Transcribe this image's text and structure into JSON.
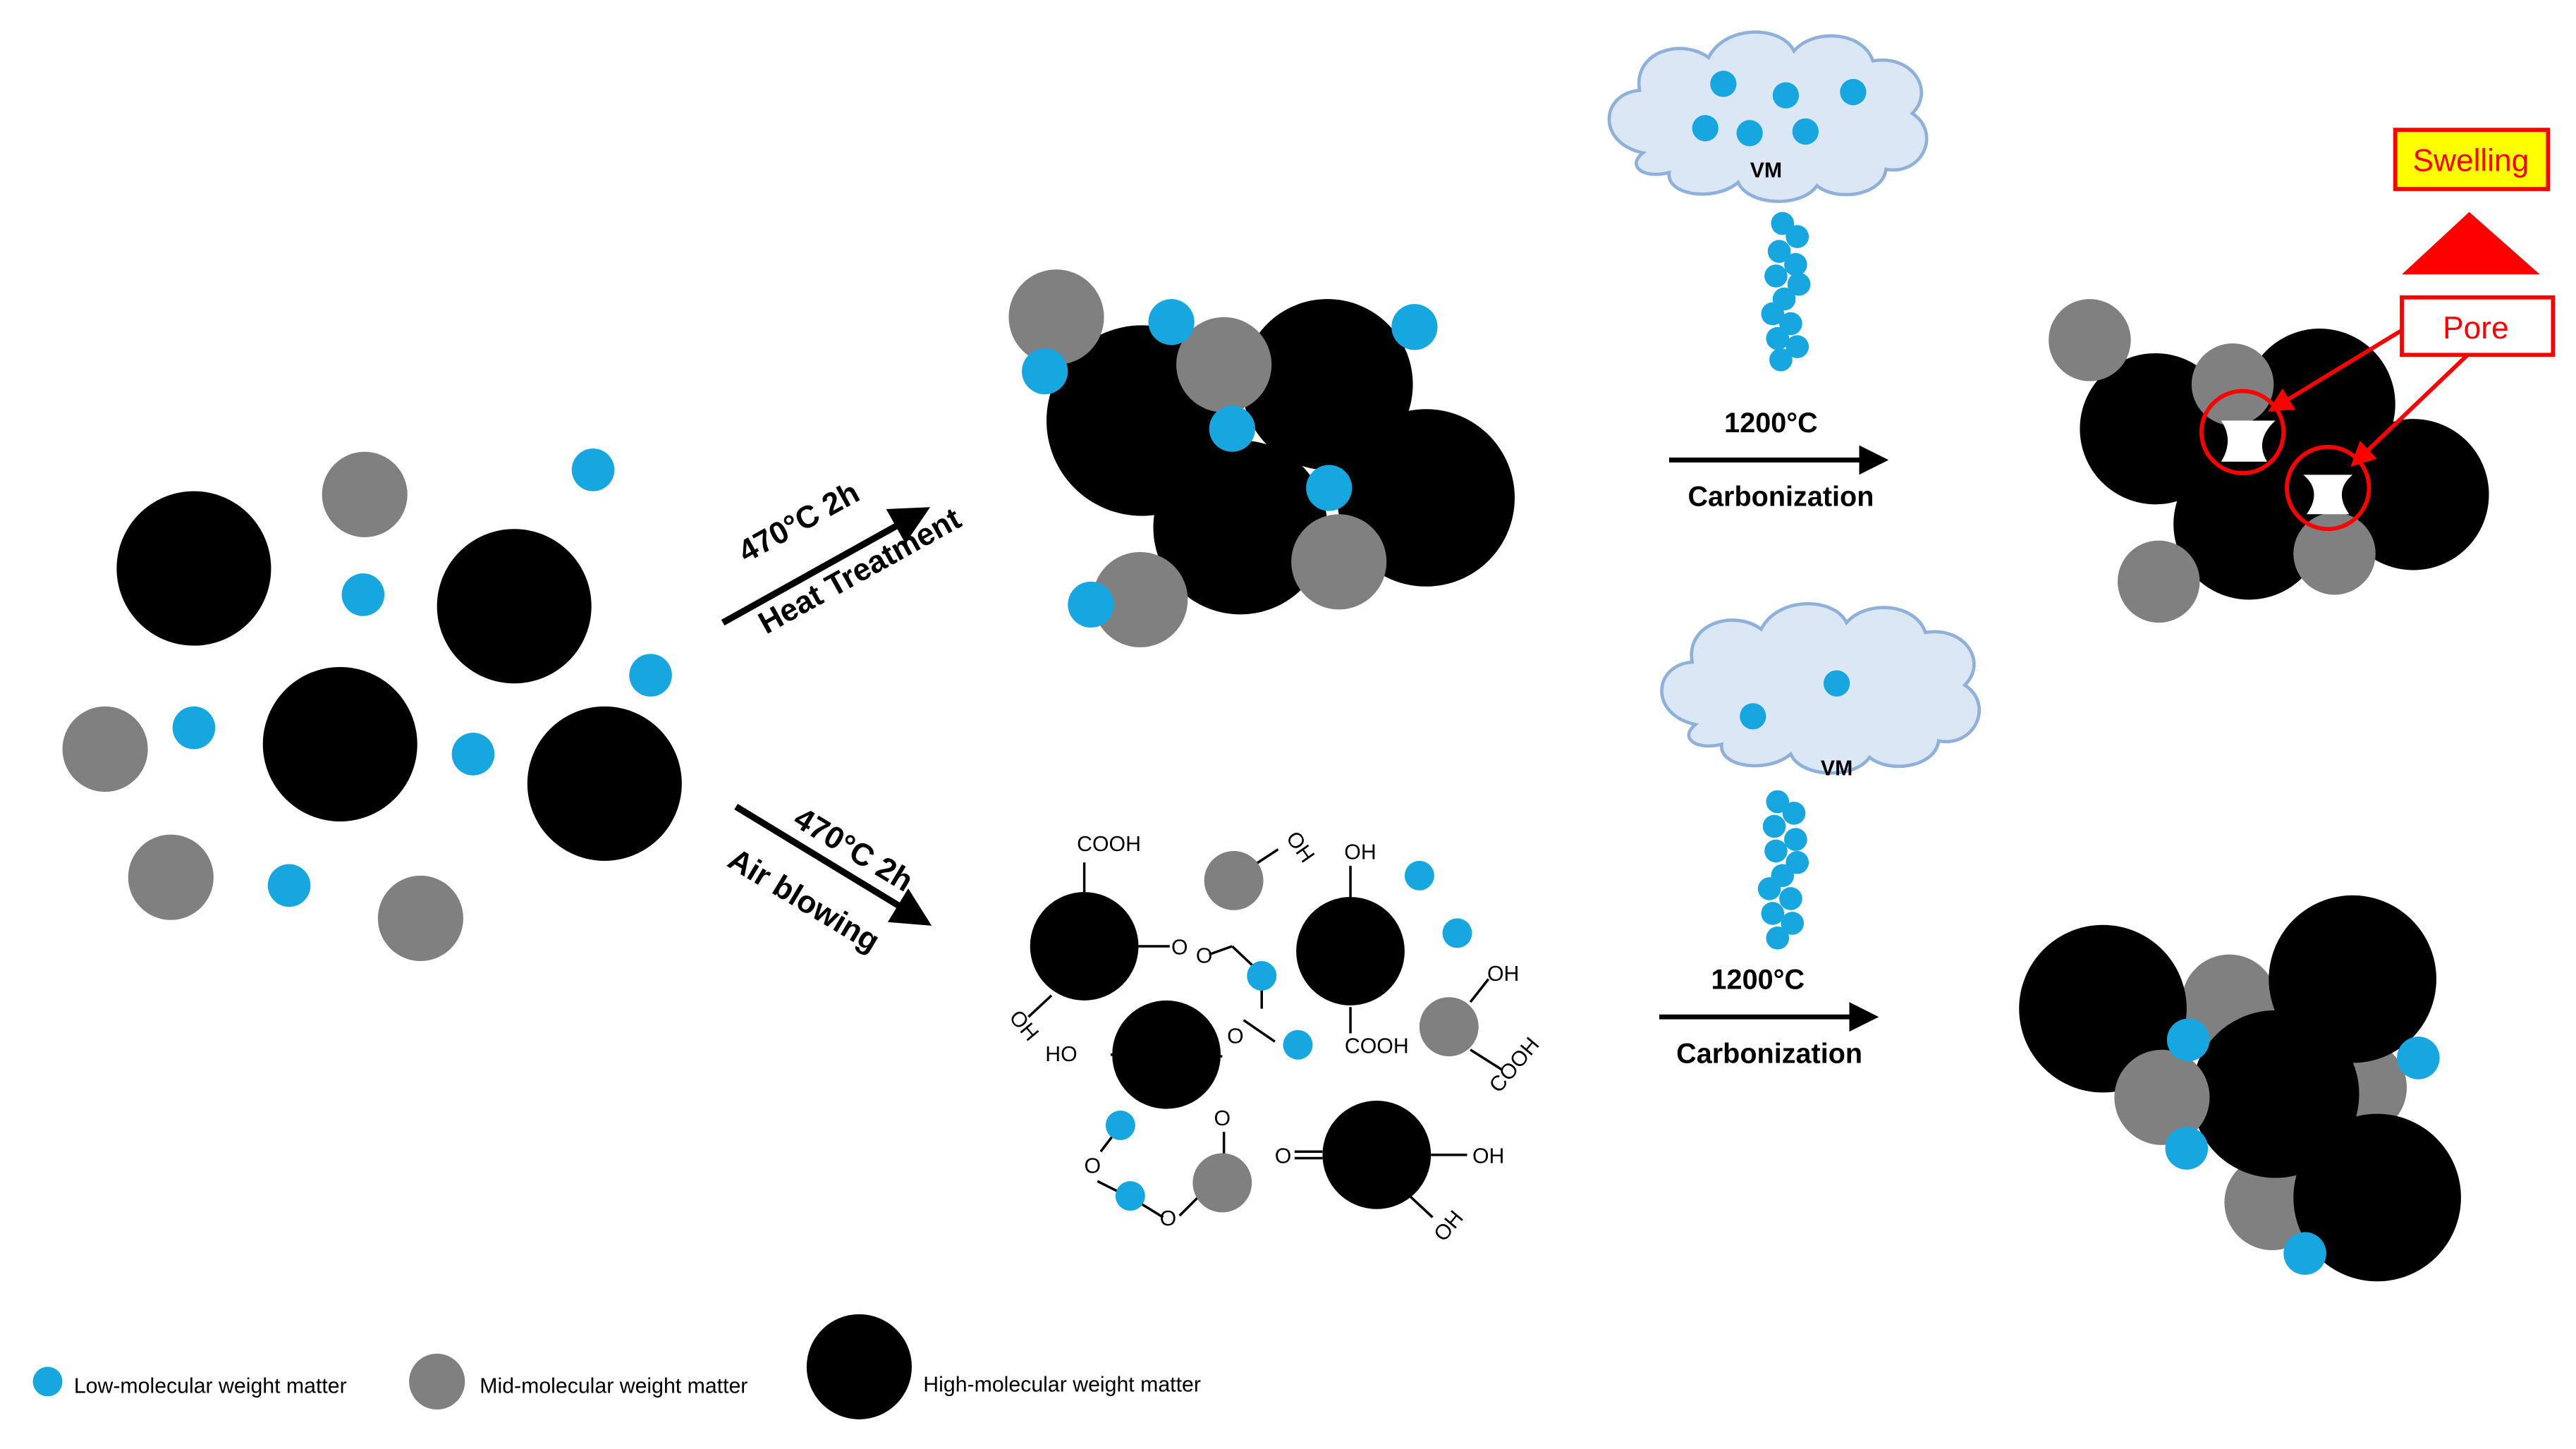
{
  "steps": {
    "heat": {
      "temp": "470°C 2h",
      "process": "Heat Treatment"
    },
    "air": {
      "temp": "470°C 2h",
      "process": "Air blowing"
    },
    "carb_top": {
      "temp": "1200°C",
      "process": "Carbonization"
    },
    "carb_bottom": {
      "temp": "1200°C",
      "process": "Carbonization"
    }
  },
  "cloud_top_label": "VM",
  "cloud_bottom_label": "VM",
  "callouts": {
    "swelling": "Swelling",
    "pore": "Pore"
  },
  "groups": {
    "cooh": "COOH",
    "oh": "OH",
    "ho": "HO",
    "o": "O"
  },
  "legend": {
    "low": "Low-molecular weight matter",
    "mid": "Mid-molecular weight matter",
    "high": "High-molecular weight matter"
  },
  "colors": {
    "low": "#16a6e0",
    "mid": "#808080",
    "high": "#000000",
    "cloud": "#dbe7f5",
    "cloud_stroke": "#8fb0d8",
    "callout_red": "#ff0000",
    "swelling_fill": "#ffff00"
  }
}
